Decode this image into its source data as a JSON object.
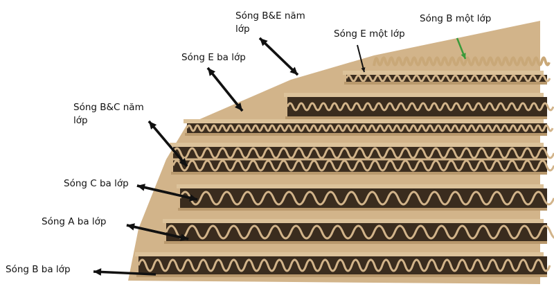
{
  "labels": {
    "be_five": "Sóng B&E năm",
    "be_five_2": "lớp",
    "e_single": "Sóng E một lớp",
    "b_single": "Sóng B một lớp",
    "e_three": "Sóng E ba lớp",
    "bc_five": "Sóng B&C năm",
    "bc_five_2": "lớp",
    "c_three": "Sóng C ba lớp",
    "a_three": "Sóng A ba lớp",
    "b_three": "Sóng B ba lớp"
  },
  "colors": {
    "board": "#d2b48a",
    "board_dark": "#b8986c",
    "flute_shadow": "#3a2c1e",
    "arrow": "#111111",
    "green_arrow": "#3a9a3a"
  }
}
